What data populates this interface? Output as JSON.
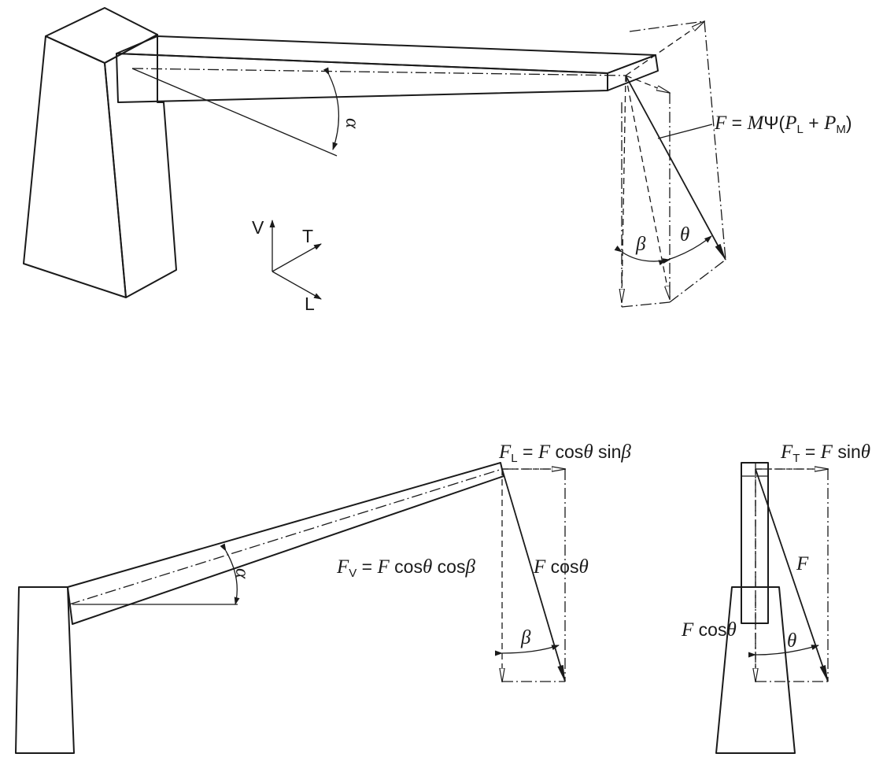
{
  "top_view": {
    "force_formula": {
      "F": "F",
      "eq": " = ",
      "M": "M",
      "Psi": "Ψ",
      "open": "(",
      "PL": "P",
      "PL_sub": "L",
      "plus": " + ",
      "PM": "P",
      "PM_sub": "M",
      "close": ")"
    },
    "angle_alpha": "α",
    "angle_beta": "β",
    "angle_theta": "θ",
    "axes": {
      "v": "V",
      "t": "T",
      "l": "L"
    }
  },
  "side_view": {
    "fl_label": {
      "F": "F",
      "sub": "L",
      "rest": " = ",
      "F2": "F",
      "cos": " cos",
      "theta": "θ",
      "sin": " sin",
      "beta": "β"
    },
    "fv_label": {
      "F": "F",
      "sub": "V",
      "rest": " = ",
      "F2": "F",
      "cos": " cos",
      "theta": "θ",
      "cos2": " cos",
      "beta": "β"
    },
    "fcos_label": {
      "F": "F",
      "cos": " cos",
      "theta": "θ"
    },
    "angle_alpha": "α",
    "angle_beta": "β"
  },
  "front_view": {
    "ft_label": {
      "F": "F",
      "sub": "T",
      "rest": " = ",
      "F2": "F",
      "sin": " sin",
      "theta": "θ"
    },
    "f_label": "F",
    "fcos_label": {
      "F": "F",
      "cos": " cos",
      "theta": "θ"
    },
    "angle_theta": "θ"
  }
}
